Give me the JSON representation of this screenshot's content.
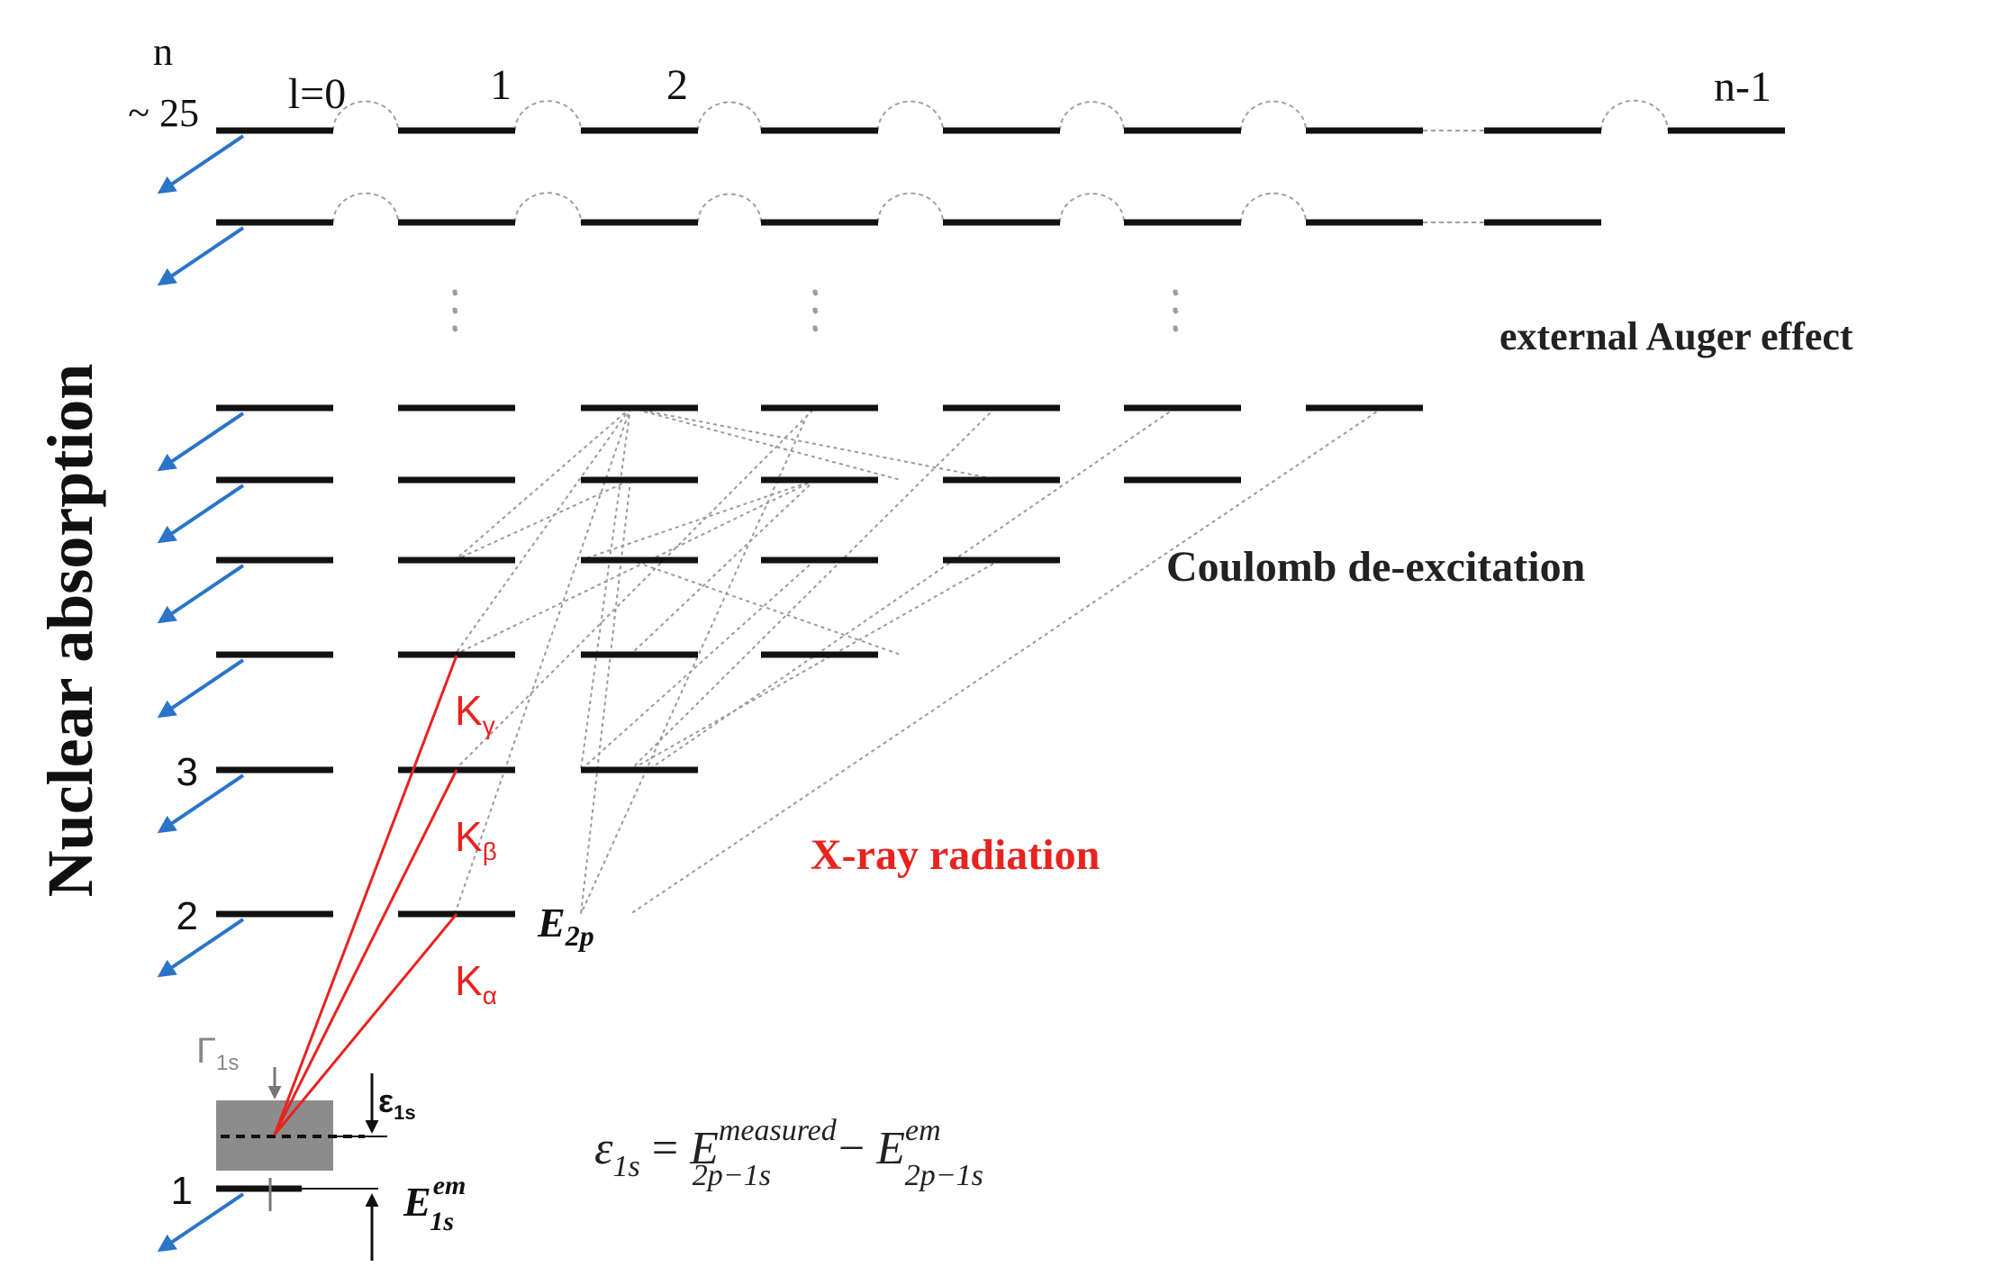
{
  "labels": {
    "n_header": "n",
    "n_top": "~ 25",
    "l_zero": "l=0",
    "l_one": "1",
    "l_two": "2",
    "l_last": "n-1",
    "side_title": "Nuclear absorption",
    "auger": "external Auger effect",
    "coulomb": "Coulomb de-excitation",
    "xray": "X-ray radiation",
    "n3": "3",
    "n2": "2",
    "n1": "1",
    "k_gamma": "K",
    "k_gamma_sub": "γ",
    "k_beta": "K",
    "k_beta_sub": "β",
    "k_alpha": "K",
    "k_alpha_sub": "α",
    "e2p": "E",
    "e2p_sub": "2p",
    "gamma1s": "Γ",
    "gamma1s_sub": "1s",
    "eps1s": "ε",
    "eps1s_sub": "1s",
    "e1s": "E",
    "e1s_sub": "1s",
    "e1s_sup": "em",
    "formula_eps": "ε",
    "formula_eps_sub": "1s",
    "formula_eq": " = ",
    "formula_E1": "E",
    "formula_E1_sup": "measured",
    "formula_E1_sub": "2p−1s",
    "formula_minus": " − ",
    "formula_E2": "E",
    "formula_E2_sup": "em",
    "formula_E2_sub": "2p−1s"
  },
  "colors": {
    "level": "#111111",
    "xray": "#e8231f",
    "absorption_arrow": "#2a74c9",
    "dotted": "#9a9a9a",
    "shade": "#8c8c8c"
  }
}
